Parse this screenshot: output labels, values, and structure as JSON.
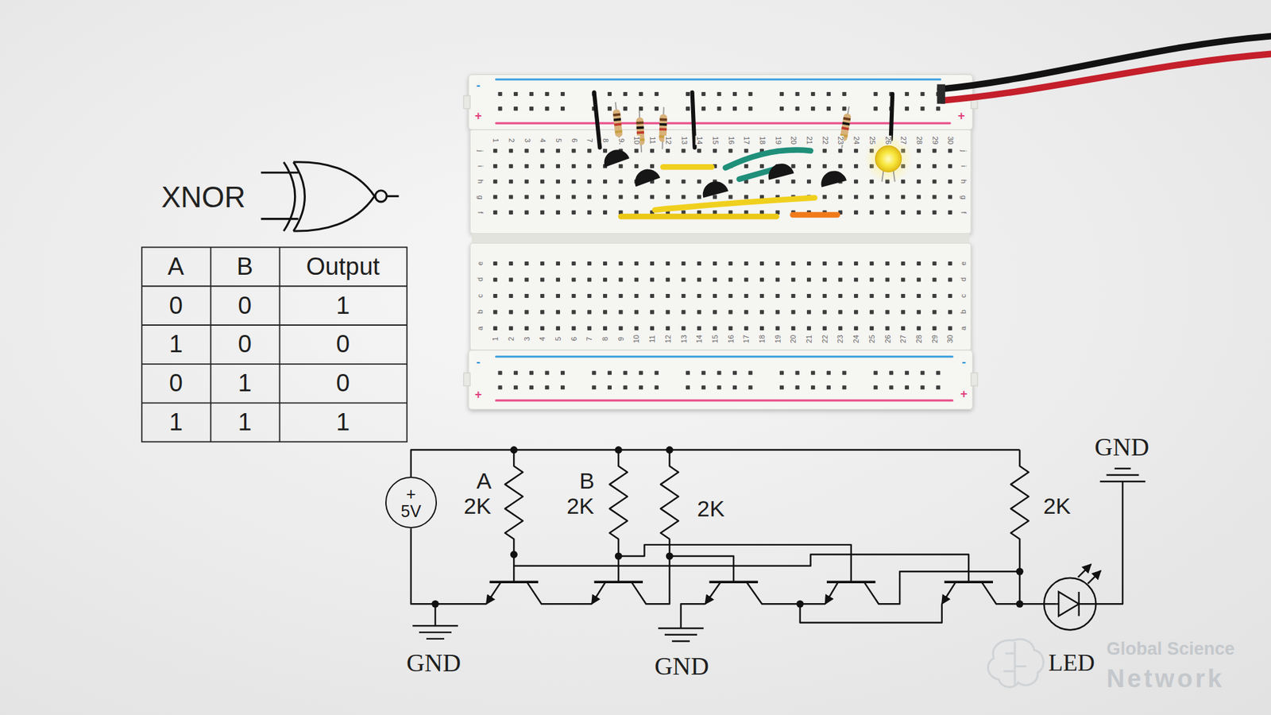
{
  "diagram": {
    "nodes": [
      {
        "text": [
          "+",
          "5V"
        ]
      }
    ],
    "edges": [],
    "labels": [
      "XNOR",
      "A",
      "B",
      "Output",
      "0",
      "0",
      "1",
      "1",
      "0",
      "0",
      "0",
      "1",
      "0",
      "1",
      "1",
      "1",
      "-",
      "+",
      "+",
      "-",
      "+",
      "-",
      "+",
      "1",
      "2",
      "3",
      "4",
      "5",
      "6",
      "7",
      "8",
      "9",
      "10",
      "11",
      "12",
      "13",
      "14",
      "15",
      "16",
      "17",
      "18",
      "19",
      "20",
      "21",
      "22",
      "23",
      "24",
      "25",
      "26",
      "27",
      "28",
      "29",
      "30",
      "j",
      "i",
      "h",
      "g",
      "f",
      "j",
      "i",
      "h",
      "g",
      "f",
      "e",
      "d",
      "c",
      "b",
      "a",
      "e",
      "d",
      "c",
      "b",
      "a",
      "1",
      "2",
      "3",
      "4",
      "5",
      "6",
      "7",
      "8",
      "9",
      "10",
      "11",
      "12",
      "13",
      "14",
      "15",
      "16",
      "17",
      "18",
      "19",
      "20",
      "21",
      "22",
      "23",
      "24",
      "25",
      "26",
      "27",
      "28",
      "29",
      "30",
      "A",
      "2K",
      "B",
      "2K",
      "2K",
      "2K",
      "GND",
      "GND",
      "GND",
      "LED",
      "Global Science",
      "Network"
    ]
  }
}
